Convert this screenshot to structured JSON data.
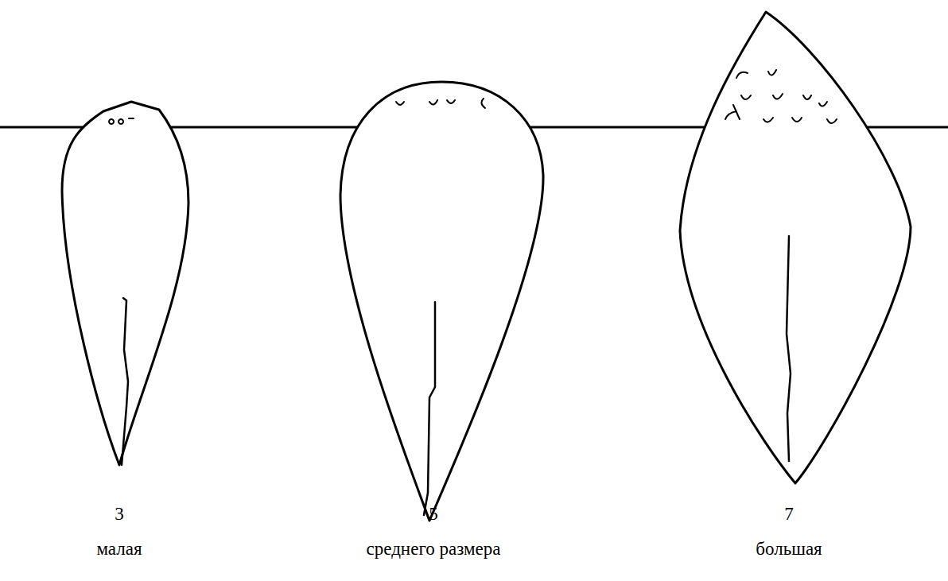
{
  "diagram": {
    "labels": [
      "3",
      "малая",
      "5",
      "среднего размера",
      "7",
      "большая"
    ]
  }
}
